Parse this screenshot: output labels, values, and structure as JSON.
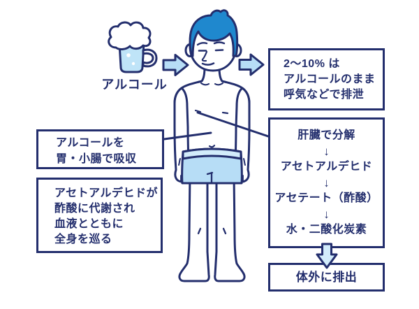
{
  "beer": {
    "label": "アルコール"
  },
  "boxes": {
    "exhale": {
      "lines": [
        "2〜10% は",
        "アルコールのまま",
        "呼気などで排泄"
      ]
    },
    "liver": {
      "lines": [
        "肝臓で分解",
        "↓",
        "アセトアルデヒド",
        "↓",
        "アセテート（酢酸）",
        "↓",
        "水・二酸化炭素"
      ]
    },
    "excrete": {
      "label": "体外に排出"
    },
    "absorb": {
      "lines": [
        "アルコールを",
        "胃・小腸で吸収"
      ]
    },
    "circulate": {
      "lines": [
        "アセトアルデヒドが",
        "酢酸に代謝され",
        "血液とともに",
        "全身を巡る"
      ]
    }
  },
  "icons": {
    "beer": "beer-mug-icon",
    "person": "standing-man-icon",
    "flow_right": "right-arrow-icon",
    "flow_down": "down-arrow-icon"
  },
  "colors": {
    "outline_navy": "#232e6d",
    "text_navy": "#232e6d",
    "hair_blue": "#1f88ce",
    "arrow_light_blue": "#b7ddf6",
    "pale_blue": "#d2ecfb",
    "skin_white": "#ffffff",
    "background": "#ffffff"
  }
}
